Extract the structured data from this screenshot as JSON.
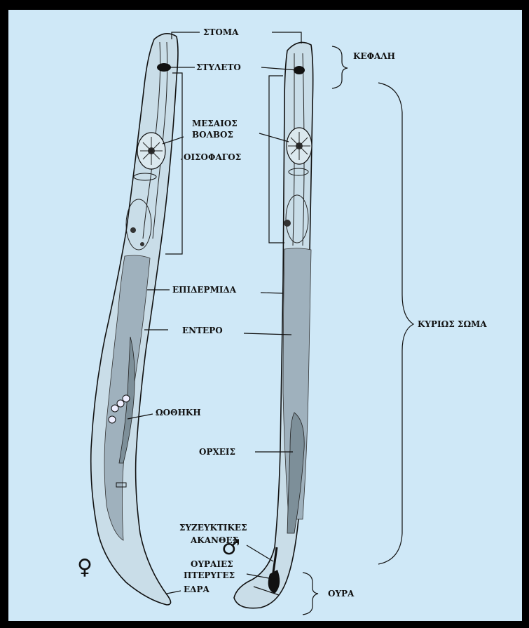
{
  "labels": {
    "stoma": "ΣΤΟΜΑ",
    "styleto": "ΣΤΥΛΕΤΟ",
    "kefali": "ΚΕΦΑΛΗ",
    "mesaios": "ΜΕΣΑΙΟΣ",
    "volvos": "ΒΟΛΒΟΣ",
    "oisofagos": "ΟΙΣΟΦΑΓΟΣ",
    "epidermida": "ΕΠΙΔΕΡΜΙΔΑ",
    "entero": "ΕΝΤΕΡΟ",
    "kyrios_soma": "ΚΥΡΙΩΣ ΣΩΜΑ",
    "oothiki": "ΩΟΘΗΚΗ",
    "orxeis": "ΟΡΧΕΙΣ",
    "syzeyktikes": "ΣΥΖΕΥΚΤΙΚΕΣ",
    "akanthes": "ΑΚΑΝΘΕΣ",
    "ouraies": "ΟΥΡΑΙΕΣ",
    "pteryges": "ΠΤΕΡΥΓΕΣ",
    "edra": "ΕΔΡΑ",
    "oura": "ΟΥΡΑ"
  },
  "symbols": {
    "female": "♀",
    "male": "♂"
  },
  "colors": {
    "background": "#cfe8f7",
    "frame": "#000000"
  }
}
